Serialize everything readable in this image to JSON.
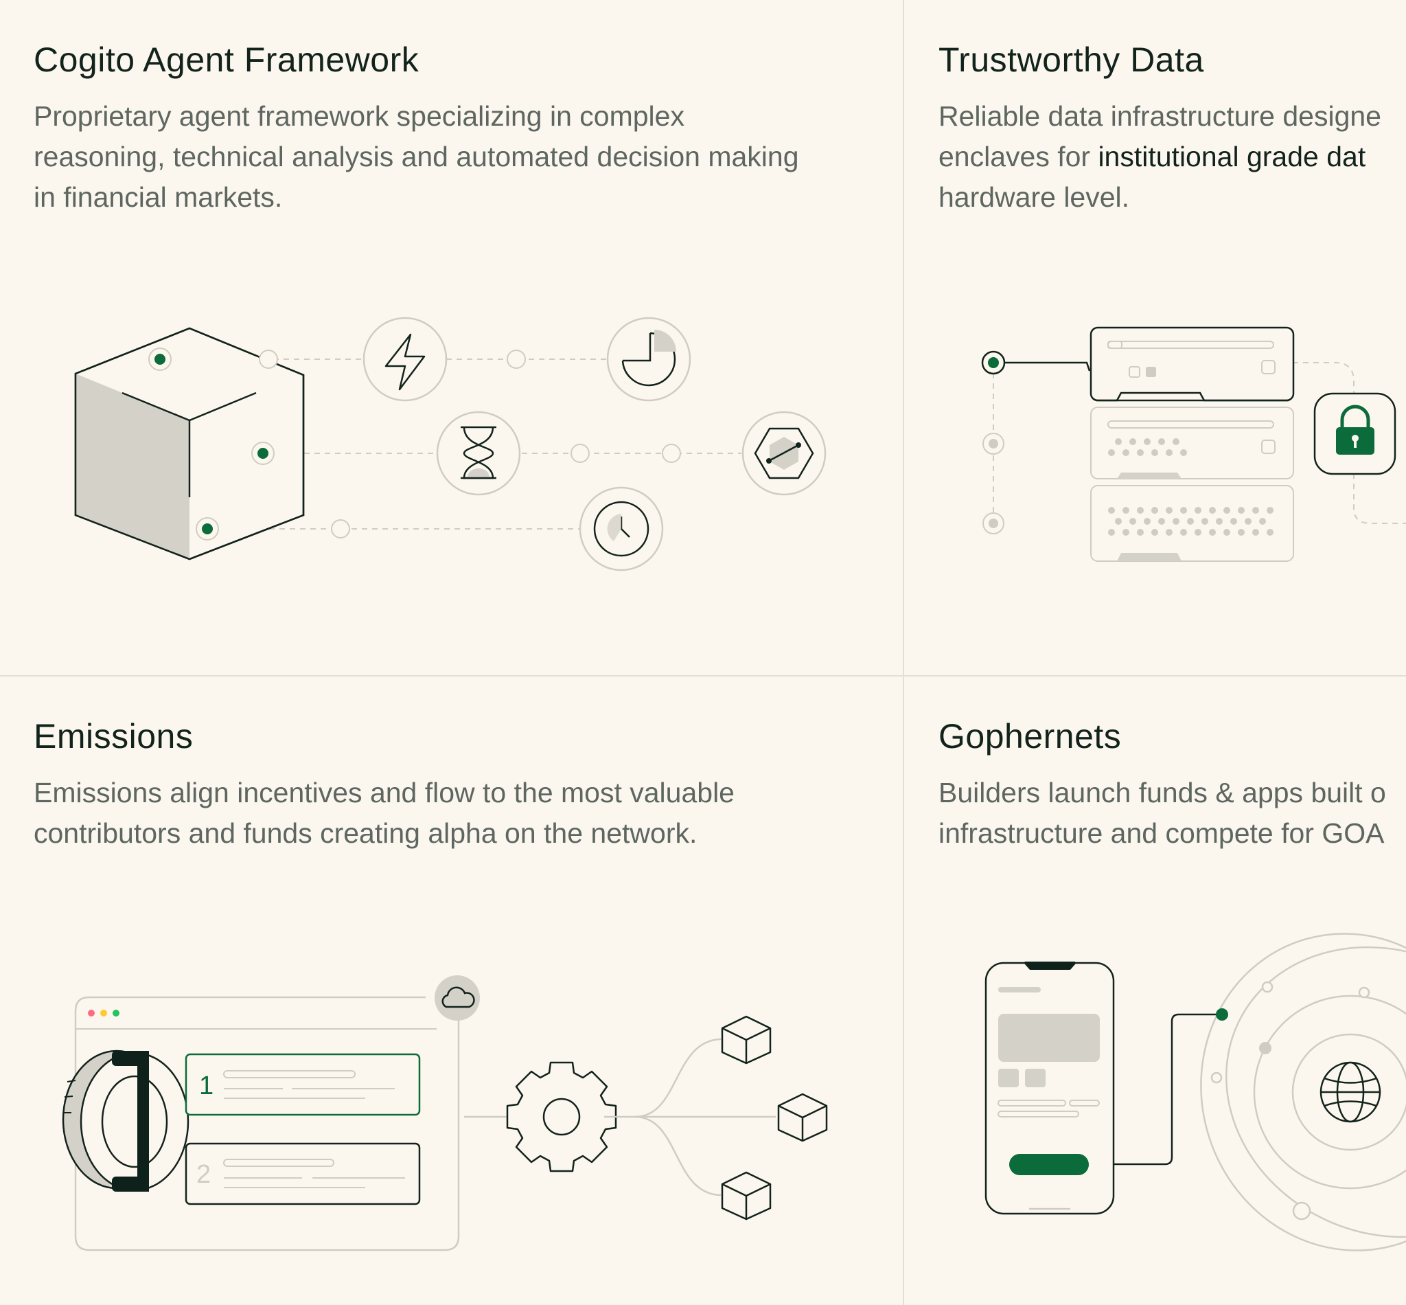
{
  "colors": {
    "background": "#fcf7ee",
    "accent": "#0b6b3a",
    "line": "#12231c",
    "muted": "#d4d1c8",
    "divider": "#e4dfd6"
  },
  "cards": [
    {
      "title": "Cogito Agent Framework",
      "description": [
        "Proprietary agent framework specializing in complex",
        "reasoning, technical analysis and automated decision making",
        "in financial markets."
      ],
      "icons": [
        "cube-icon",
        "lightning-icon",
        "hourglass-icon",
        "pie-chart-icon",
        "clock-icon",
        "hexagon-chart-icon"
      ]
    },
    {
      "title": "Trustworthy Data",
      "description_line1": "Reliable data infrastructure designe",
      "description_line2_prefix": "enclaves for ",
      "description_line2_bold": "institutional grade dat",
      "description_line3": "hardware level.",
      "icons": [
        "server-stack-icon",
        "lock-icon"
      ]
    },
    {
      "title": "Emissions",
      "description": [
        "Emissions align incentives and flow to the most valuable",
        "contributors and funds creating alpha on the network."
      ],
      "list_numbers": [
        "1",
        "2"
      ],
      "icons": [
        "browser-window-icon",
        "cloud-icon",
        "coin-icon",
        "gear-icon",
        "box-icon"
      ]
    },
    {
      "title": "Gophernets",
      "description": [
        "Builders launch funds & apps built o",
        "infrastructure and compete for GOA"
      ],
      "icons": [
        "phone-icon",
        "globe-icon",
        "orbit-icon"
      ]
    }
  ]
}
